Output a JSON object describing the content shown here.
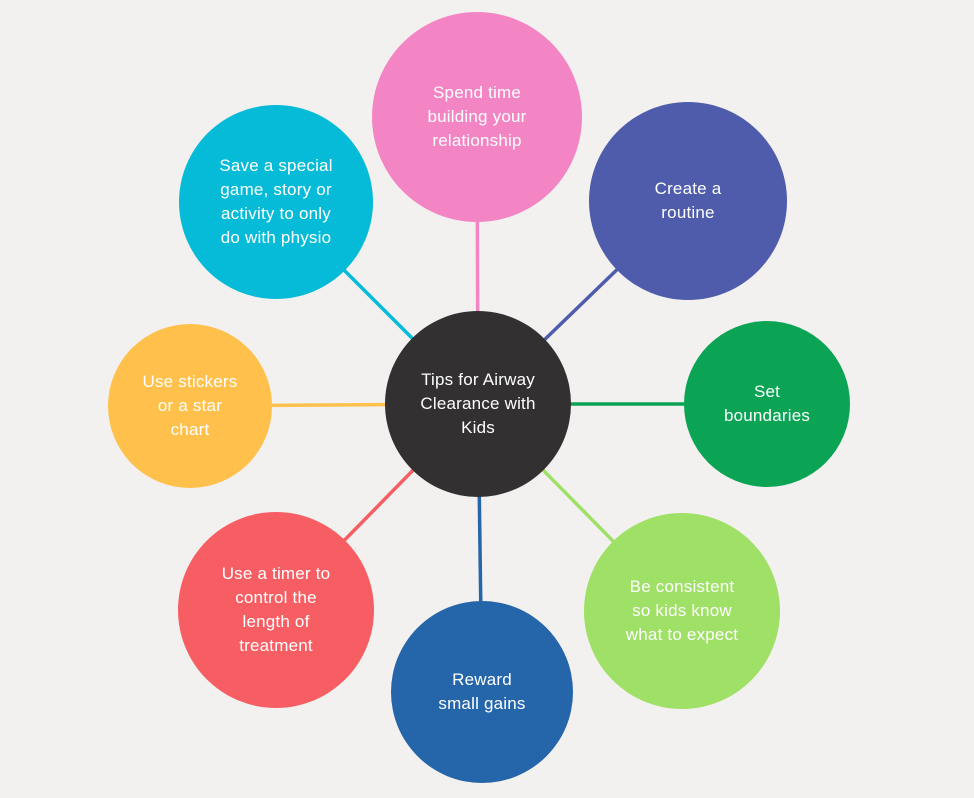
{
  "page": {
    "background": "#F2F1EF"
  },
  "diagram": {
    "type": "radial-mind-map",
    "text_color": "#FFFFFF",
    "connector_width": 3.5,
    "center": {
      "id": "center",
      "label": "Tips for Airway\nClearance with\nKids",
      "color": "#333031"
    },
    "nodes": [
      {
        "id": "spend-time",
        "label": "Spend time\nbuilding your\nrelationship",
        "color": "#F485C5"
      },
      {
        "id": "create-routine",
        "label": "Create a\nroutine",
        "color": "#4E5CAB"
      },
      {
        "id": "set-boundaries",
        "label": "Set\nboundaries",
        "color": "#0BA455"
      },
      {
        "id": "be-consistent",
        "label": "Be consistent\nso kids know\nwhat to expect",
        "color": "#9FE067"
      },
      {
        "id": "reward-small-gains",
        "label": "Reward\nsmall gains",
        "color": "#2565A9"
      },
      {
        "id": "use-a-timer",
        "label": "Use a timer to\ncontrol the\nlength of\ntreatment",
        "color": "#F75E63"
      },
      {
        "id": "use-stickers",
        "label": "Use stickers\nor a star\nchart",
        "color": "#FFC14B"
      },
      {
        "id": "save-a-special",
        "label": "Save a special\ngame, story or\nactivity to only\ndo with physio",
        "color": "#06BBD8"
      }
    ]
  }
}
